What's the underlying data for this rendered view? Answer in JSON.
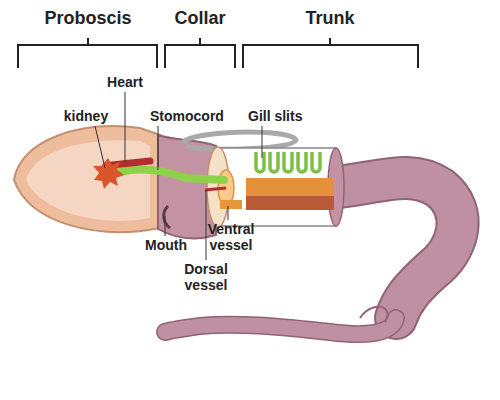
{
  "diagram": {
    "labels": [
      "Proboscis",
      "Collar",
      "Trunk",
      "Heart",
      "kidney",
      "Stomocord",
      "Gill slits",
      "Mouth",
      "Ventral vessel",
      "Dorsal vessel"
    ]
  }
}
